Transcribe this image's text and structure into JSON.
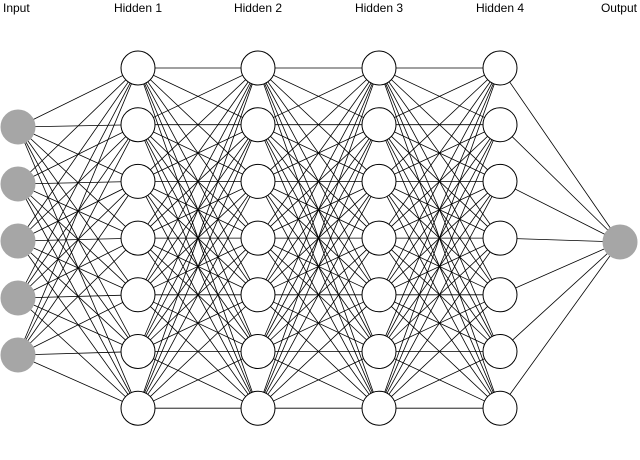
{
  "layers": [
    {
      "label": "Input",
      "nodes": 5,
      "kind": "io"
    },
    {
      "label": "Hidden 1",
      "nodes": 7,
      "kind": "hidden"
    },
    {
      "label": "Hidden 2",
      "nodes": 7,
      "kind": "hidden"
    },
    {
      "label": "Hidden 3",
      "nodes": 7,
      "kind": "hidden"
    },
    {
      "label": "Hidden 4",
      "nodes": 7,
      "kind": "hidden"
    },
    {
      "label": "Output",
      "nodes": 1,
      "kind": "io"
    }
  ],
  "connectivity": "fully-connected",
  "colors": {
    "io_node_fill": "#a6a6a6",
    "hidden_node_fill": "#ffffff",
    "edge": "#000000"
  }
}
